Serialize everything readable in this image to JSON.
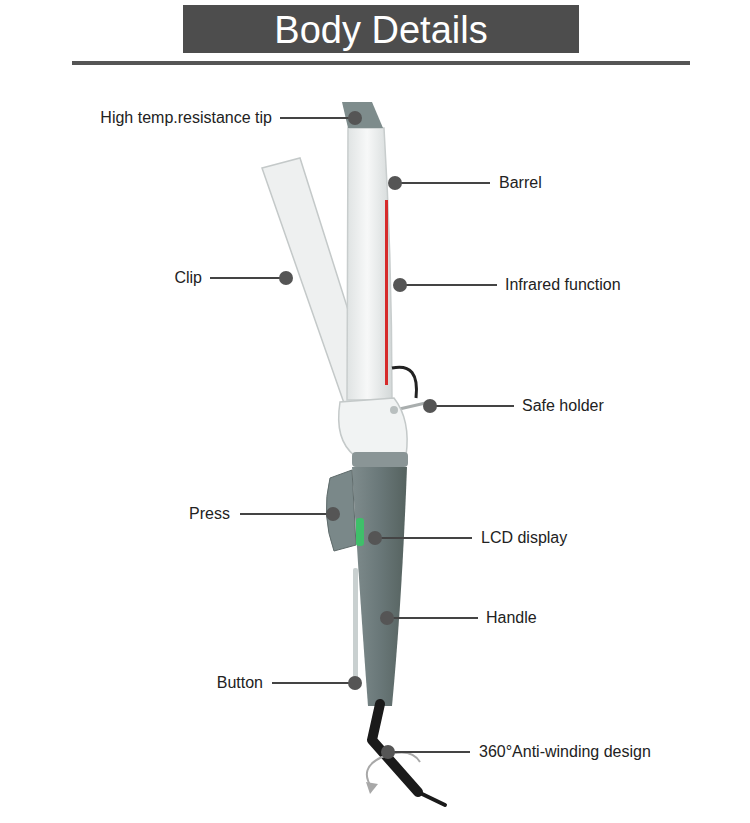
{
  "diagram": {
    "title": "Body Details",
    "labels": [
      "High temp.resistance tip",
      "Barrel",
      "Clip",
      "Infrared function",
      "Safe holder",
      "Press",
      "LCD display",
      "Handle",
      "Button",
      "360°Anti-winding design"
    ]
  }
}
